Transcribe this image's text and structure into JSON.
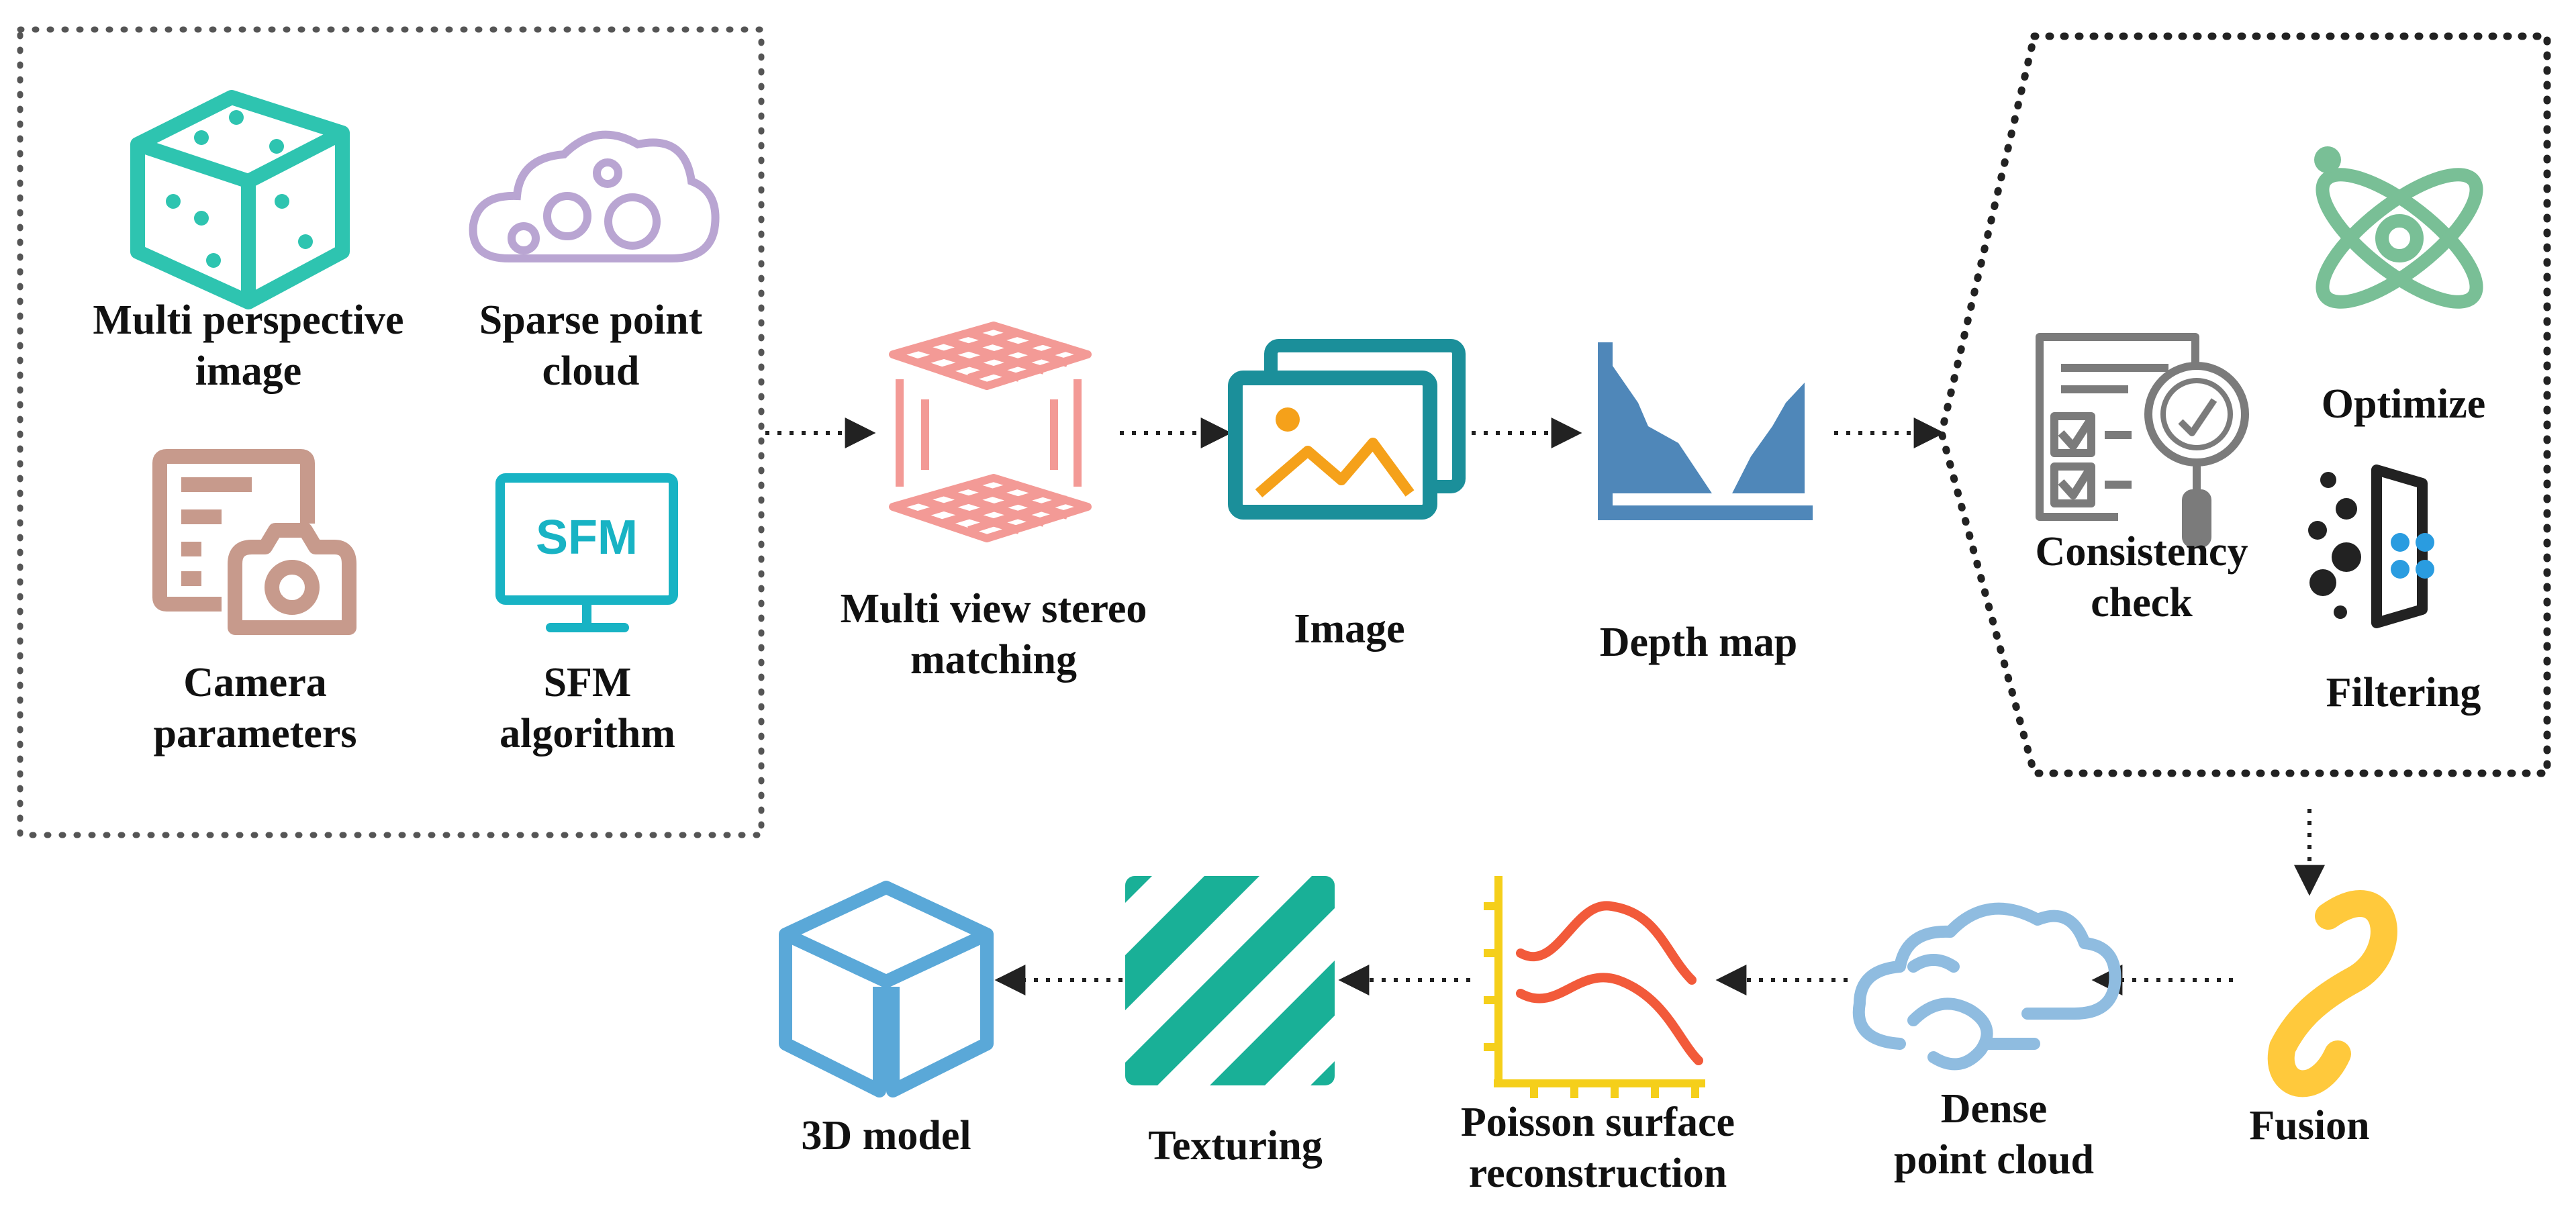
{
  "inputs": {
    "multi_perspective_image": [
      "Multi perspective",
      "image"
    ],
    "sparse_point_cloud": [
      "Sparse point",
      "cloud"
    ],
    "camera_parameters": [
      "Camera",
      "parameters"
    ],
    "sfm_algorithm": [
      "SFM",
      "algorithm"
    ],
    "sfm_screen_text": "SFM"
  },
  "pipeline": {
    "multi_view_stereo": [
      "Multi view stereo",
      "matching"
    ],
    "image": "Image",
    "depth_map": "Depth map"
  },
  "refine": {
    "consistency_check": [
      "Consistency",
      "check"
    ],
    "optimize": "Optimize",
    "filtering": "Filtering"
  },
  "output": {
    "fusion": "Fusion",
    "dense_point_cloud": [
      "Dense",
      "point cloud"
    ],
    "poisson": [
      "Poisson surface",
      "reconstruction"
    ],
    "texturing": "Texturing",
    "model_3d": "3D model"
  },
  "colors": {
    "teal": "#2ec4b0",
    "lavender": "#b9a5d2",
    "clay": "#c79a8c",
    "cyan": "#18b3c4",
    "salmon": "#f39a96",
    "image_frame": "#1b8f9a",
    "image_accent": "#f5a11a",
    "depth_blue": "#4f87b9",
    "gray_icon": "#7b7b7b",
    "green": "#79bf96",
    "dark": "#222222",
    "filter_blue": "#2a9ce0",
    "fusion_yellow": "#ffc93c",
    "cloud_blue": "#8fbce0",
    "plot_yellow": "#f5cf1a",
    "plot_red": "#f25a3a",
    "stripe_teal": "#19b097",
    "cube_blue": "#5aa8d8"
  }
}
